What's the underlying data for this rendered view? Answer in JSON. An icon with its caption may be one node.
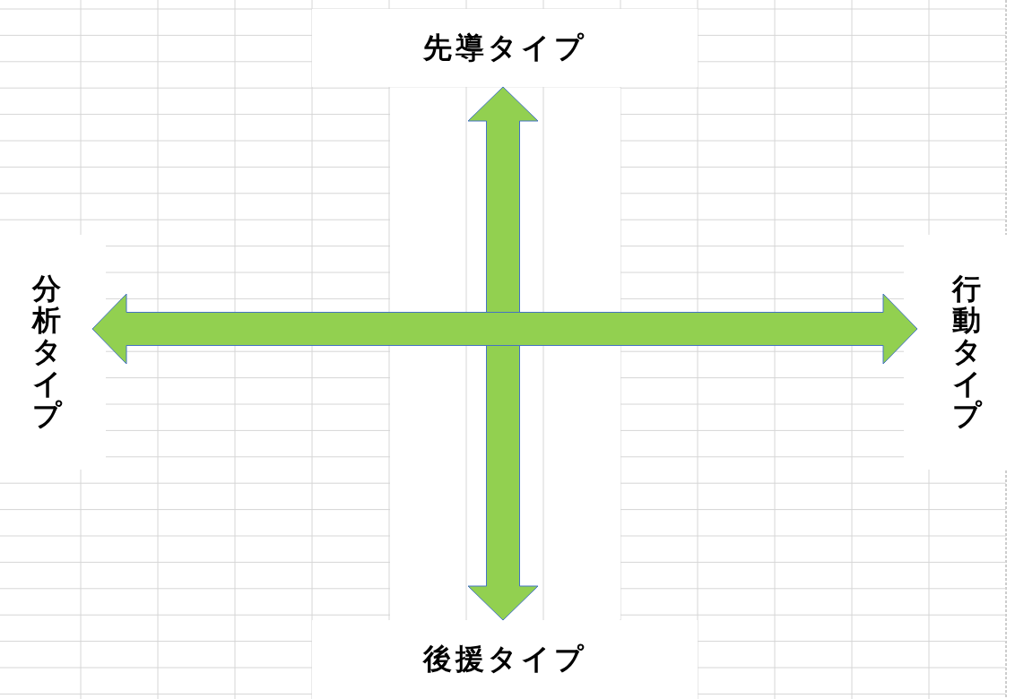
{
  "diagram": {
    "nodes": [
      {
        "text": [
          "先導タイプ"
        ]
      },
      {
        "text": [
          "分析タイプ"
        ]
      },
      {
        "text": [
          "行動タイプ"
        ]
      },
      {
        "text": [
          "後援タイプ"
        ]
      }
    ],
    "edges": [
      {
        "from": 0,
        "to": 3,
        "arrow": "both"
      },
      {
        "from": 1,
        "to": 2,
        "arrow": "both"
      }
    ]
  }
}
